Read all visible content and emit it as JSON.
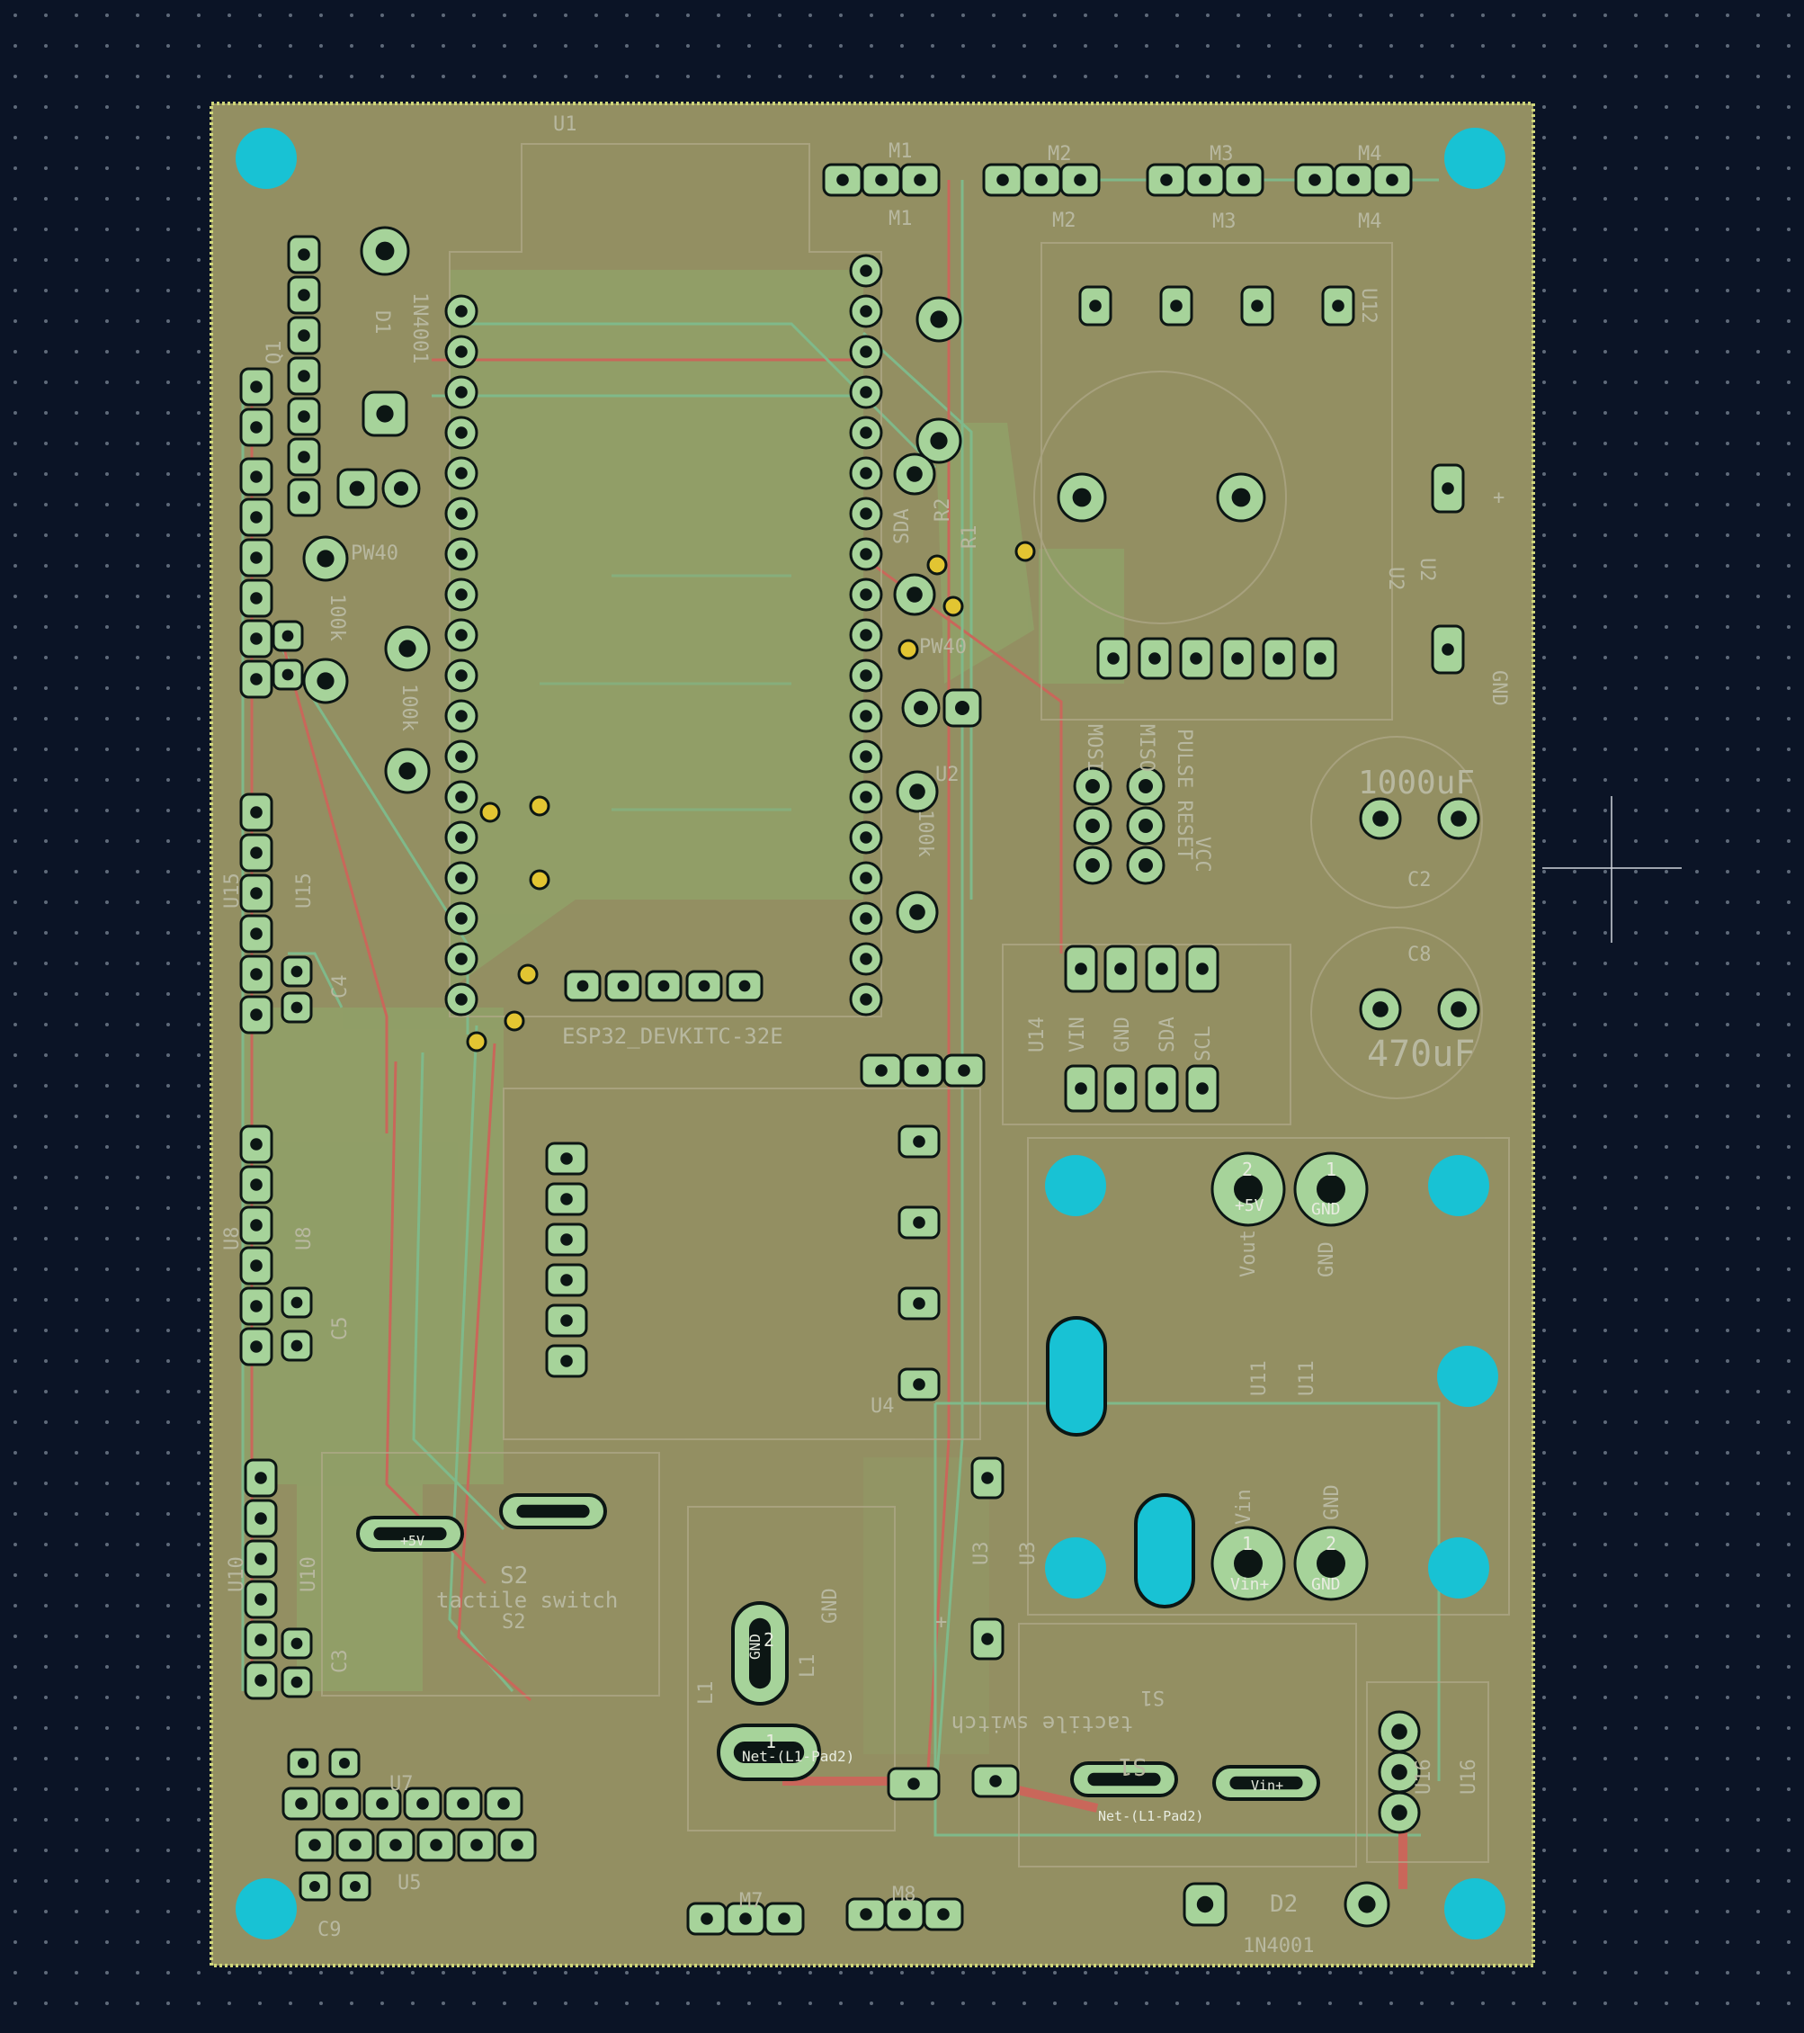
{
  "colors": {
    "background": "#0b1426",
    "grid_dot": "#5f6a7a",
    "board": "#938f62",
    "board_edge": "#cfd67a",
    "copper_fill": "#8fab6c",
    "track_red": "#c9675a",
    "track_green": "#7fb98a",
    "pad_green": "#a6d39a",
    "pad_dark": "#0c1614",
    "mount_hole": "#18c2d4",
    "silk": "#b8b8a0",
    "via_yellow": "#e2c532",
    "label_white": "#e8ece0"
  },
  "board": {
    "ref_labels": {
      "u1": "U1",
      "u1_value": "ESP32_DEVKITC-32E",
      "m1": "M1",
      "m2": "M2",
      "m3": "M3",
      "m4": "M4",
      "m7": "M7",
      "m8": "M8",
      "u12": "U12",
      "u2": "U2",
      "c2_value": "1000uF",
      "c2": "C2",
      "c8": "C8",
      "c8_value": "470uF",
      "pw40_a": "PW40",
      "pw40_b": "PW40",
      "d1": "D1",
      "d1_value": "1N4001",
      "d2": "D2",
      "d2_value": "1N4001",
      "r100k_a": "100k",
      "r100k_b": "100k",
      "r100k_c": "100k",
      "u15": "U15",
      "u8": "U8",
      "u10": "U10",
      "c4": "C4",
      "c5": "C5",
      "c3": "C3",
      "c9": "C9",
      "u7": "U7",
      "u5": "U5",
      "u4": "U4",
      "u14": "U14",
      "u11": "U11",
      "u3": "U3",
      "u16": "U16",
      "l1": "L1",
      "s2": "S2",
      "s2_value": "tactile switch",
      "s1": "S1",
      "s1_value": "tactile switch",
      "gnd": "GND",
      "vout": "Vout",
      "vin": "Vin",
      "mosi": "MOSI",
      "miso": "MISO",
      "pulse_reset": "PULSE RESET",
      "vcc": "VCC",
      "sda": "SDA",
      "scl": "SCL",
      "vin_small": "VIN",
      "r2": "R2",
      "r1": "R1",
      "pad_gnd": "GND",
      "pad_v5": "+5V",
      "pad_vin": "Vin+",
      "pad_net": "Net-(L1-Pad2)",
      "pad_1": "1",
      "pad_2": "2",
      "q1": "Q1",
      "plus": "+"
    }
  }
}
